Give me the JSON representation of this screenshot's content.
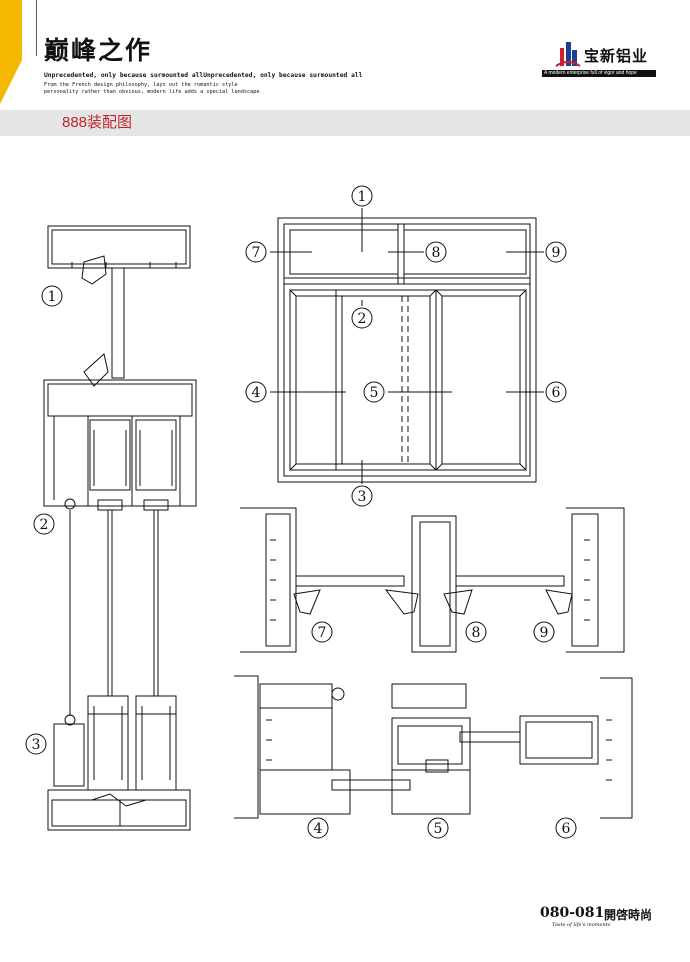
{
  "header": {
    "title": "巅峰之作",
    "tagline": "Unprecedented, only because surmounted allUnprecedented, only because surmounted all",
    "subline_1": "From the French design philosophy, lays out the romantic style",
    "subline_2": "personality rather than obvious, modern life adds a special landscape"
  },
  "brand": {
    "name": "宝新铝业",
    "slogan": "A modern enterprise full of vigor and hope"
  },
  "section": {
    "title": "888装配图"
  },
  "callouts": {
    "c1": "1",
    "c2": "2",
    "c3": "3",
    "c4": "4",
    "c5": "5",
    "c6": "6",
    "c7": "7",
    "c8": "8",
    "c9": "9"
  },
  "footer": {
    "page_number": "080-081",
    "text": "開啓時尚",
    "sub": "Taste of life's moments"
  },
  "colors": {
    "accent_yellow": "#f5b800",
    "section_red": "#c0272d",
    "logo_red": "#d0202a",
    "logo_blue": "#1c3f94"
  }
}
